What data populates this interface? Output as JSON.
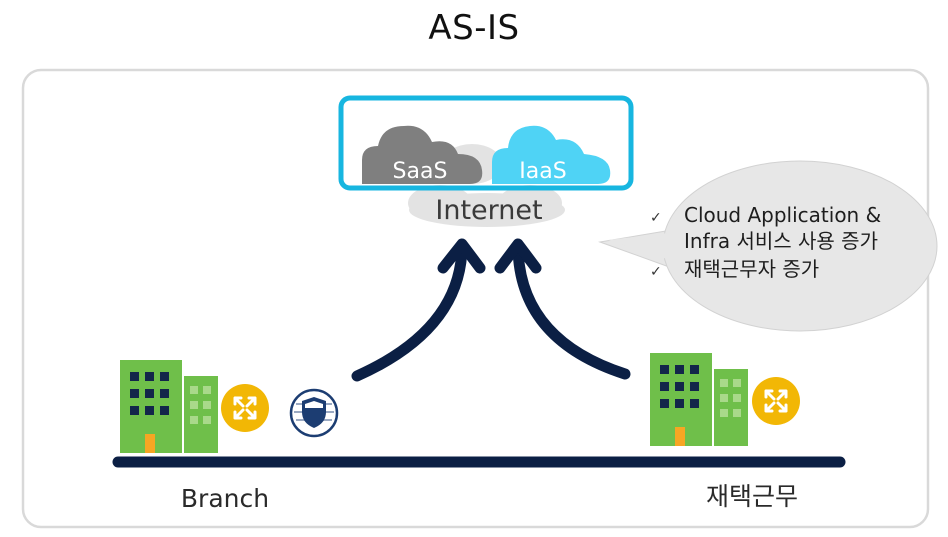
{
  "title": "AS-IS",
  "cloud": {
    "saas_label": "SaaS",
    "iaas_label": "IaaS",
    "internet_label": "Internet"
  },
  "callout": {
    "items": [
      "Cloud Application & Infra 서비스 사용 증가",
      "재택근무자 증가"
    ],
    "line1": "Cloud Application &",
    "line2": "Infra 서비스 사용 증가",
    "line3": "재택근무자 증가",
    "check": "✓"
  },
  "locations": {
    "branch_label": "Branch",
    "home_label": "재택근무"
  },
  "colors": {
    "frame": "#d9d9d9",
    "cloud_border": "#17b6e0",
    "saas": "#7f7f7f",
    "iaas": "#4fd3f5",
    "internet_cloud": "#e3e3e3",
    "callout": "#e7e7e7",
    "arrow": "#0b1f44",
    "building": "#6fbf4a",
    "building_window": "#13264a",
    "router": "#f2b705",
    "firewall": "#1c3d72"
  },
  "icons": {
    "router": "router-arrows-icon",
    "firewall": "firewall-shield-icon",
    "building": "office-building-icon",
    "check": "check-icon"
  }
}
